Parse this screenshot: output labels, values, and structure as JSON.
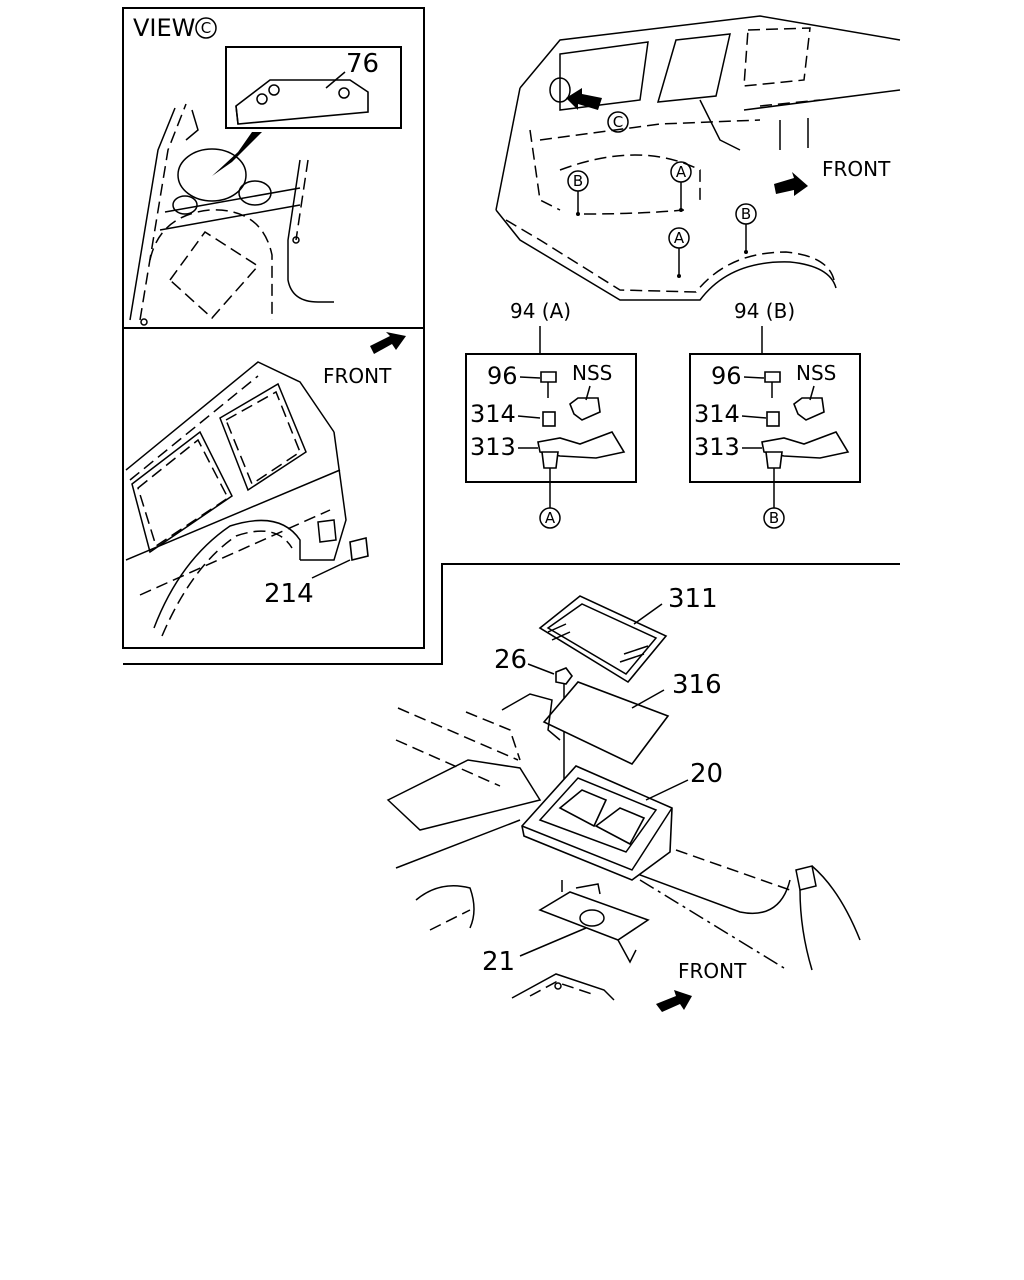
{
  "view_panel": {
    "view_text": "VIEW",
    "view_letter": "C",
    "callout_76": "76"
  },
  "side_panel": {
    "front": "FRONT",
    "callout_214": "214"
  },
  "body_view": {
    "front": "FRONT",
    "letter_a": "A",
    "letter_b": "B",
    "letter_c": "C"
  },
  "kit_a": {
    "title": "94 (A)",
    "p96": "96",
    "nss": "NSS",
    "p314": "314",
    "p313": "313",
    "letter": "A"
  },
  "kit_b": {
    "title": "94 (B)",
    "p96": "96",
    "nss": "NSS",
    "p314": "314",
    "p313": "313",
    "letter": "B"
  },
  "box_assembly": {
    "p311": "311",
    "p26": "26",
    "p316": "316",
    "p20": "20",
    "p21": "21",
    "front": "FRONT"
  }
}
